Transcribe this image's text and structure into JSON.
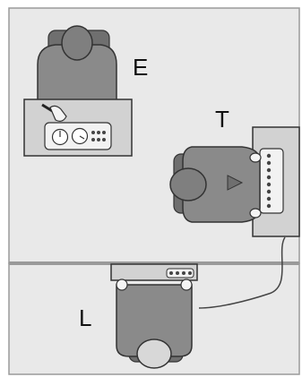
{
  "labels": {
    "experimenter": "E",
    "teacher": "T",
    "learner": "L"
  },
  "colors": {
    "background": "#ffffff",
    "room_fill": "#e9e9e9",
    "divider": "#9a9a9a",
    "desk": "#d2d2d2",
    "person": "#8a8a8a",
    "head": "#7f7f7f",
    "outline": "#333333",
    "panel": "#f2f2f2"
  },
  "icons": [
    "dial-icon",
    "clock-icon",
    "dot-grid-icon",
    "buttons-row-icon",
    "cable-icon"
  ]
}
